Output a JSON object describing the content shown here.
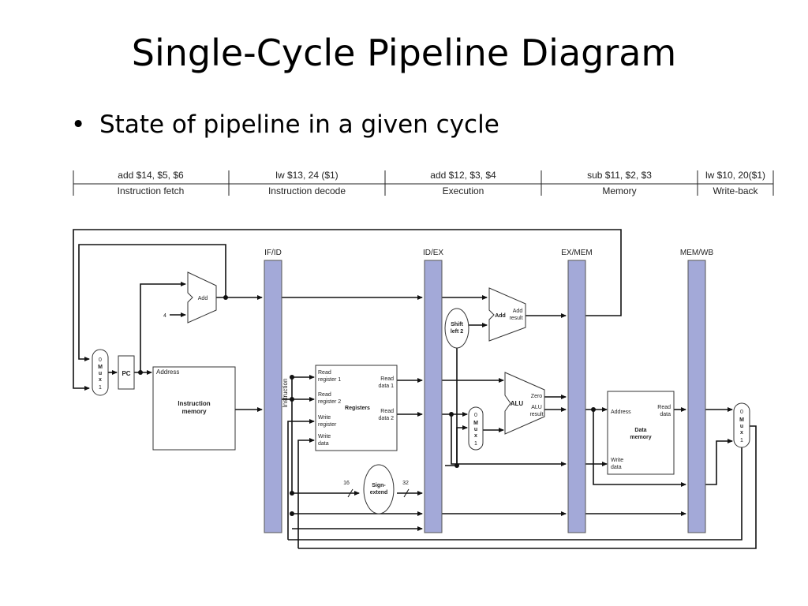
{
  "title": "Single-Cycle Pipeline Diagram",
  "bullet": "State of pipeline in a given cycle",
  "stages": [
    {
      "instr": "add $14, $5, $6",
      "stage": "Instruction fetch"
    },
    {
      "instr": "lw $13, 24 ($1)",
      "stage": "Instruction decode"
    },
    {
      "instr": "add $12, $3, $4",
      "stage": "Execution"
    },
    {
      "instr": "sub $11, $2, $3",
      "stage": "Memory"
    },
    {
      "instr": "lw $10, 20($1)",
      "stage": "Write-back"
    }
  ],
  "pipeline_registers": [
    "IF/ID",
    "ID/EX",
    "EX/MEM",
    "MEM/WB"
  ],
  "labels": {
    "pc": "PC",
    "add": "Add",
    "four": "4",
    "address": "Address",
    "instruction_memory": [
      "Instruction",
      "memory"
    ],
    "instruction": "Instruction",
    "read_register_1": [
      "Read",
      "register 1"
    ],
    "read_register_2": [
      "Read",
      "register 2"
    ],
    "write_register": [
      "Write",
      "register"
    ],
    "write_data": [
      "Write",
      "data"
    ],
    "registers": "Registers",
    "read_data_1": [
      "Read",
      "data 1"
    ],
    "read_data_2": [
      "Read",
      "data 2"
    ],
    "shift_left_2": [
      "Shift",
      "left 2"
    ],
    "add_result": [
      "Add",
      "result"
    ],
    "alu": "ALU",
    "zero": "Zero",
    "alu_result": [
      "ALU",
      "result"
    ],
    "sign_extend": [
      "Sign-",
      "extend"
    ],
    "sixteen": "16",
    "thirty_two": "32",
    "data_memory": [
      "Data",
      "memory"
    ],
    "read_data": [
      "Read",
      "data"
    ],
    "mux": [
      "0",
      "M",
      "u",
      "x",
      "1"
    ]
  },
  "colors": {
    "pipeline_register": "#a3a9d8"
  }
}
